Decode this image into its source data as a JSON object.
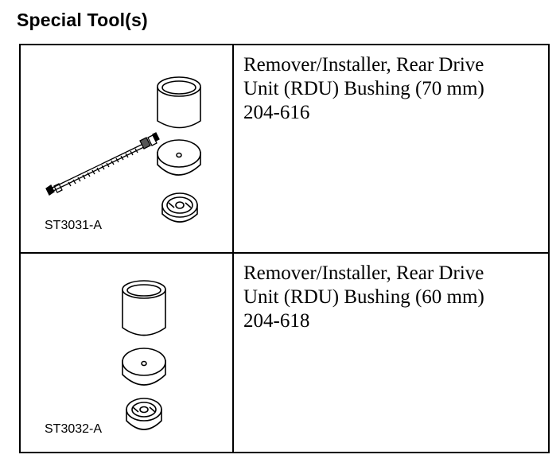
{
  "heading": "Special Tool(s)",
  "tools": [
    {
      "figure_label": "ST3031-A",
      "description_lines": [
        "Remover/Installer, Rear Drive",
        "Unit (RDU) Bushing (70 mm)"
      ],
      "part_number": "204-616"
    },
    {
      "figure_label": "ST3032-A",
      "description_lines": [
        "Remover/Installer, Rear Drive",
        "Unit (RDU) Bushing (60 mm)"
      ],
      "part_number": "204-618"
    }
  ]
}
